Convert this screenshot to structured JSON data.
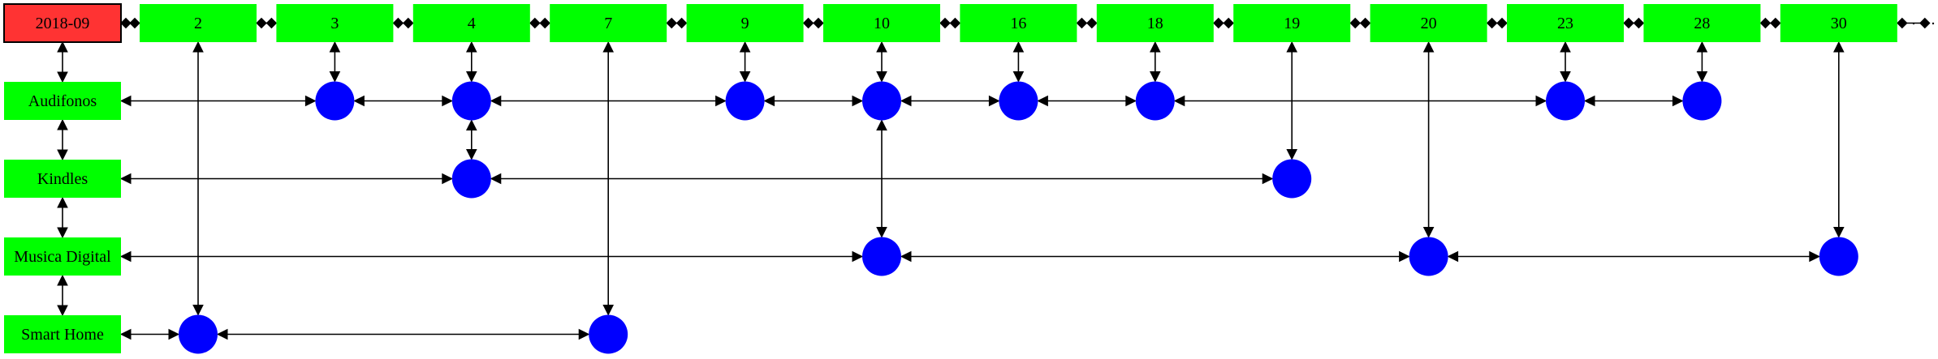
{
  "colors": {
    "month_fill": "#ff3333",
    "day_fill": "#00ff00",
    "node_fill": "#0000ff",
    "edge": "#000000",
    "background": "#ffffff"
  },
  "month": {
    "label": "2018-09"
  },
  "days": [
    {
      "id": "d2",
      "label": "2"
    },
    {
      "id": "d3",
      "label": "3"
    },
    {
      "id": "d4",
      "label": "4"
    },
    {
      "id": "d7",
      "label": "7"
    },
    {
      "id": "d9",
      "label": "9"
    },
    {
      "id": "d10",
      "label": "10"
    },
    {
      "id": "d16",
      "label": "16"
    },
    {
      "id": "d18",
      "label": "18"
    },
    {
      "id": "d19",
      "label": "19"
    },
    {
      "id": "d20",
      "label": "20"
    },
    {
      "id": "d23",
      "label": "23"
    },
    {
      "id": "d28",
      "label": "28"
    },
    {
      "id": "d30",
      "label": "30"
    }
  ],
  "categories": [
    {
      "id": "c-audifonos",
      "label": "Audifonos",
      "nodes": [
        "d3",
        "d4",
        "d9",
        "d10",
        "d16",
        "d18",
        "d23",
        "d28"
      ]
    },
    {
      "id": "c-kindles",
      "label": "Kindles",
      "nodes": [
        "d4",
        "d19"
      ]
    },
    {
      "id": "c-musica-digital",
      "label": "Musica Digital",
      "nodes": [
        "d10",
        "d20",
        "d30"
      ]
    },
    {
      "id": "c-smart-home",
      "label": "Smart Home",
      "nodes": [
        "d2",
        "d7"
      ]
    }
  ]
}
